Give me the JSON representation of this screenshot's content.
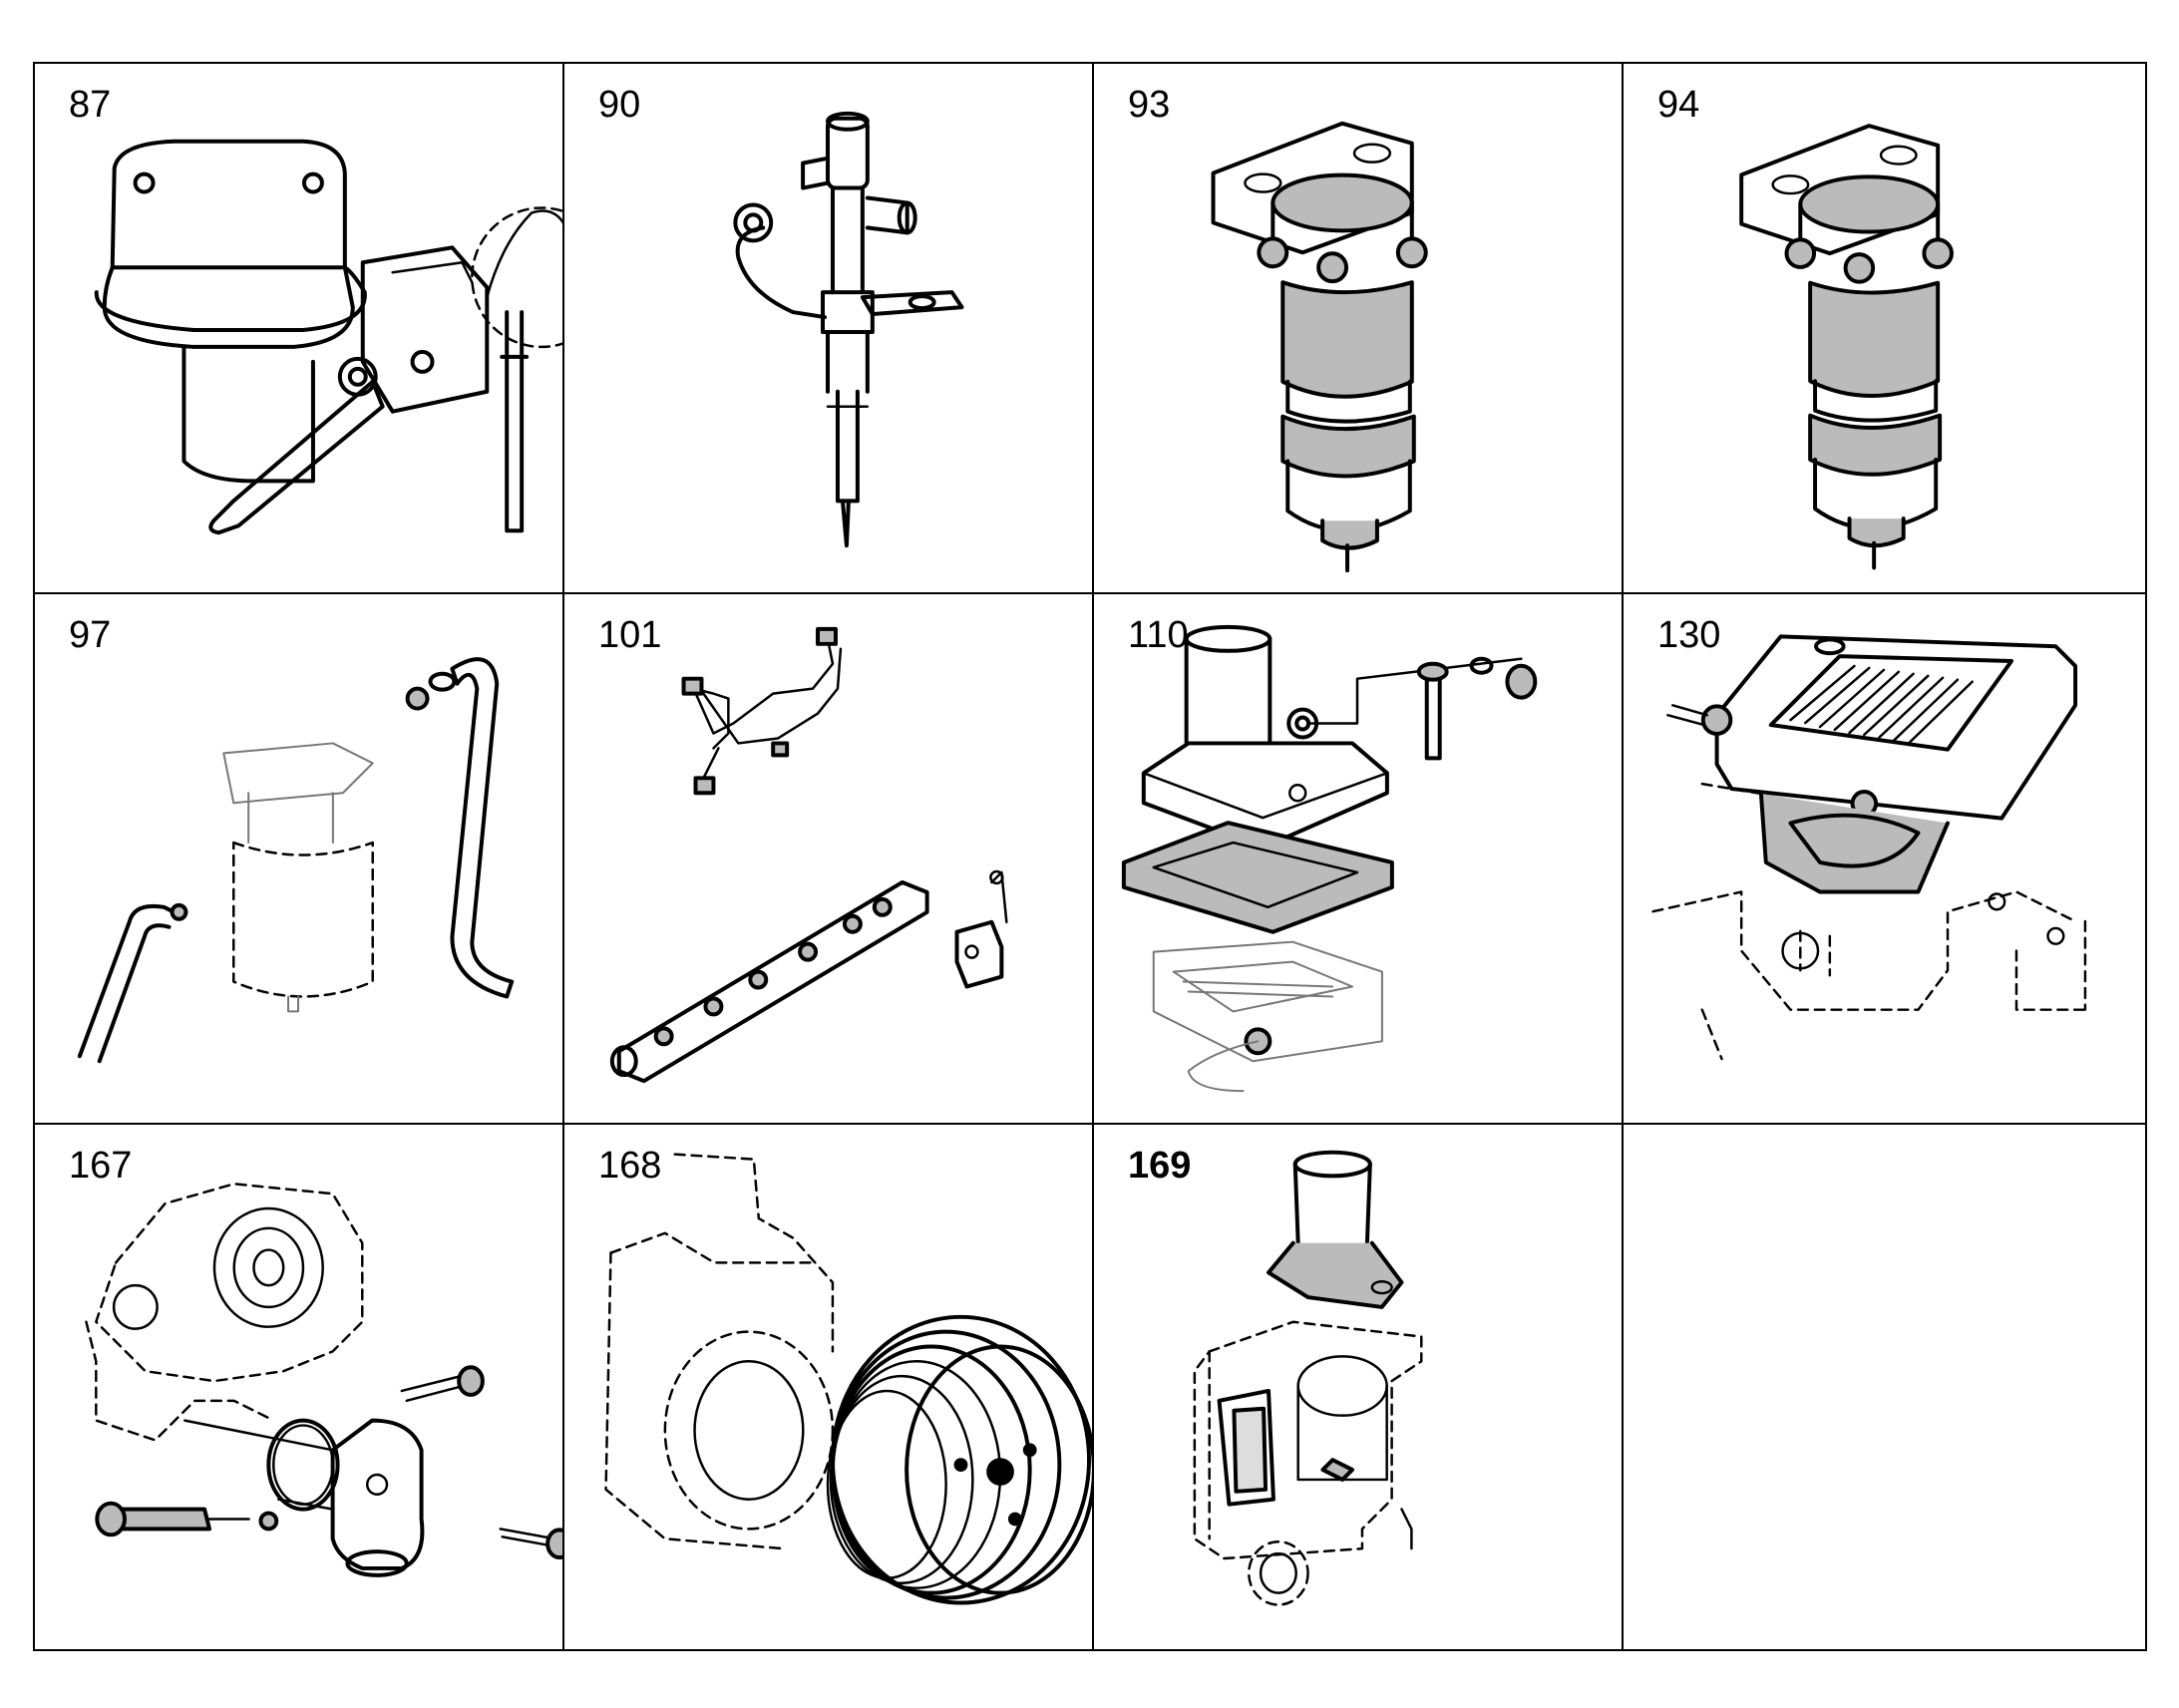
{
  "cells": [
    {
      "number": "87"
    },
    {
      "number": "90"
    },
    {
      "number": "93"
    },
    {
      "number": "94"
    },
    {
      "number": "97"
    },
    {
      "number": "101"
    },
    {
      "number": "110"
    },
    {
      "number": "130"
    },
    {
      "number": "167"
    },
    {
      "number": "168"
    },
    {
      "number": "169"
    },
    {
      "number": ""
    }
  ],
  "icons": [
    "fuel-lift-pump",
    "injector",
    "fuel-filter",
    "fuel-filter",
    "fuel-filter-hoses",
    "common-rail-fuel-lines",
    "thermostat-housing-with-oil-cooler",
    "oil-cooler",
    "water-pump-outlet-elbow",
    "water-pump-pulley",
    "thermostat-housing"
  ]
}
